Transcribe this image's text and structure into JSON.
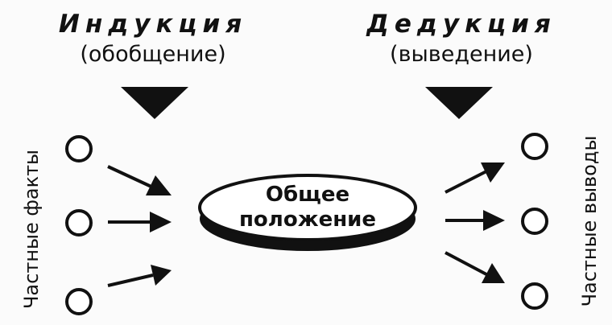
{
  "induction": {
    "title": "Индукция",
    "subtitle": "(обобщение)"
  },
  "deduction": {
    "title": "Дедукция",
    "subtitle": "(выведение)"
  },
  "center": {
    "line1": "Общее",
    "line2": "положение"
  },
  "left_label": "Частные факты",
  "right_label": "Частные выводы"
}
